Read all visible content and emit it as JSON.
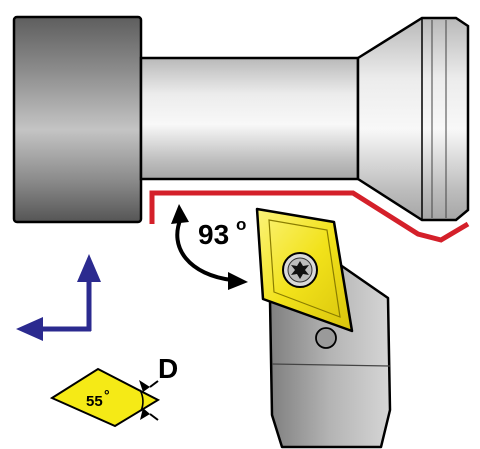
{
  "labels": {
    "lead_angle": "93",
    "lead_angle_unit": "o",
    "insert_angle": "55",
    "insert_angle_unit": "°",
    "insert_shape_code": "D"
  },
  "icons": {
    "workpiece": "turned-workpiece-icon",
    "insert": "rhombic-insert-icon",
    "screw": "torx-screw-icon",
    "holder": "tool-holder-icon",
    "feed_axes": "feed-direction-arrows-icon"
  },
  "colors": {
    "toolpath": "#d4202a",
    "insert": "#f5ea16",
    "axes": "#2b2a8f",
    "outline": "#000000"
  }
}
